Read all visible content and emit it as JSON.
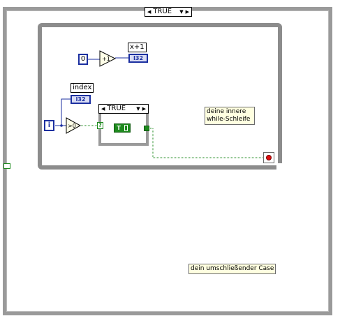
{
  "outer_case": {
    "selector_value": "TRUE",
    "comment": "dein umschließender Case"
  },
  "while_loop": {
    "comment_line1": "deine innere",
    "comment_line2": "while-Schleife",
    "iteration_terminal": "i"
  },
  "inner_case": {
    "selector_value": "TRUE",
    "bool_constant": "T"
  },
  "increment": {
    "constant_value": "0",
    "function": "+1",
    "indicator_label": "x+1",
    "indicator_type": "I32"
  },
  "index": {
    "indicator_label": "index",
    "indicator_type": "I32",
    "compare_function": ">0",
    "case_terminal": "?"
  },
  "colors": {
    "numeric_wire": "#1b2fa0",
    "boolean_wire": "#1e8a1e",
    "structure_frame": "#8c8c8c",
    "stop_button": "#e01010"
  },
  "icons": {
    "selector_left": "◀",
    "selector_down": "▼",
    "selector_right": "▶"
  }
}
